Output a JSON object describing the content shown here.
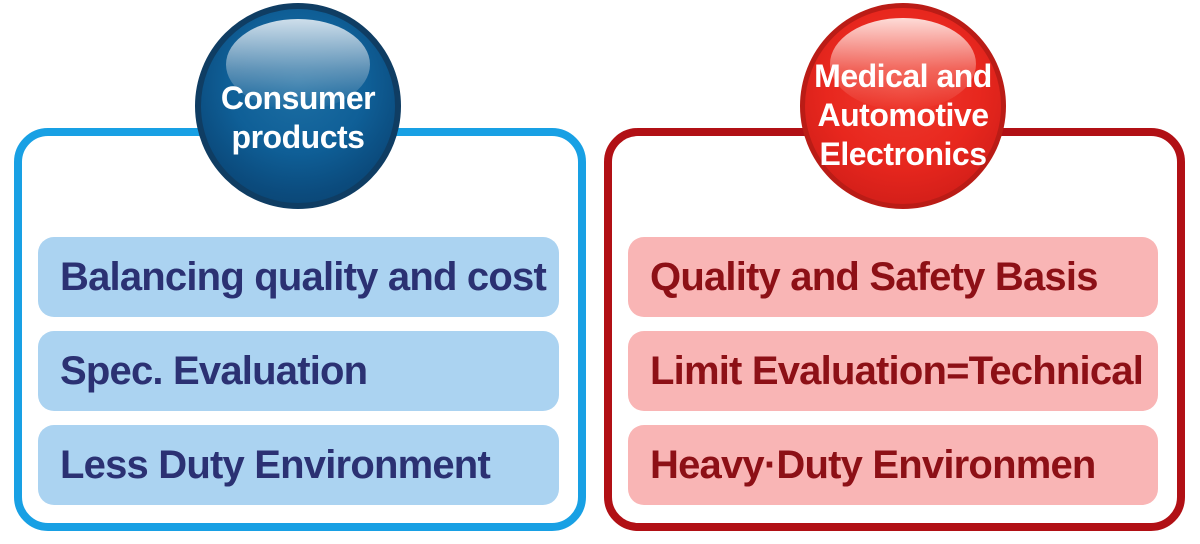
{
  "diagram": {
    "left": {
      "circle_label": "Consumer\nproducts",
      "items": [
        "Balancing quality and cost",
        "Spec. Evaluation",
        "Less Duty Environment"
      ],
      "border_color": "#18a0e4",
      "box_fill": "#abd3f1",
      "box_text_color": "#2b3173",
      "sphere_color": "#0b4b7d"
    },
    "right": {
      "circle_label": "Medical and\nAutomotive\nElectronics",
      "items": [
        "Quality and Safety Basis",
        "Limit Evaluation=Technical",
        "Heavy·Duty Environmen"
      ],
      "border_color": "#b11015",
      "box_fill": "#f9b5b5",
      "box_text_color": "#8d1016",
      "sphere_color": "#e0251c"
    }
  }
}
